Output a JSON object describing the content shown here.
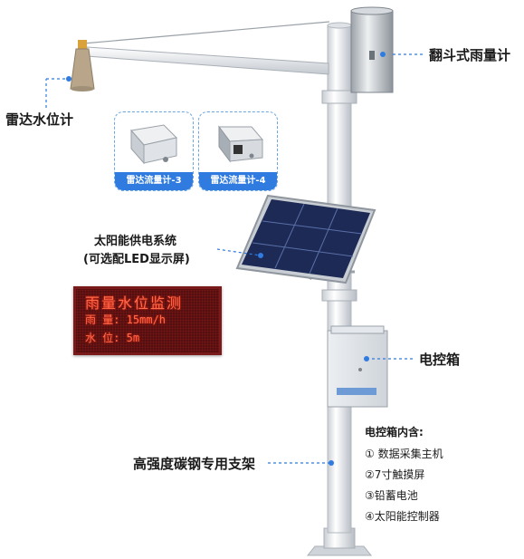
{
  "labels": {
    "rain_gauge": "翻斗式雨量计",
    "radar_level": "雷达水位计",
    "solar_line1": "太阳能供电系统",
    "solar_line2": "(可选配LED显示屏)",
    "control_box": "电控箱",
    "bracket": "高强度碳钢专用支架"
  },
  "cards": [
    {
      "caption": "雷达流量计-3"
    },
    {
      "caption": "雷达流量计-4"
    }
  ],
  "led": {
    "title": "雨量水位监测",
    "line1": "雨 量:  15mm/h",
    "line2": "水 位:  5m"
  },
  "contents": {
    "title": "电控箱内含:",
    "items": [
      "① 数据采集主机",
      "②7寸触摸屏",
      "③铅蓄电池",
      "④太阳能控制器"
    ]
  },
  "colors": {
    "accent_blue": "#2f7be0",
    "pole_white": "#f2f4f6",
    "led_red": "#ff6a4a"
  },
  "icons": [
    "pole-mount",
    "radar-sensor",
    "rain-gauge-cylinder",
    "solar-panel",
    "control-box"
  ]
}
